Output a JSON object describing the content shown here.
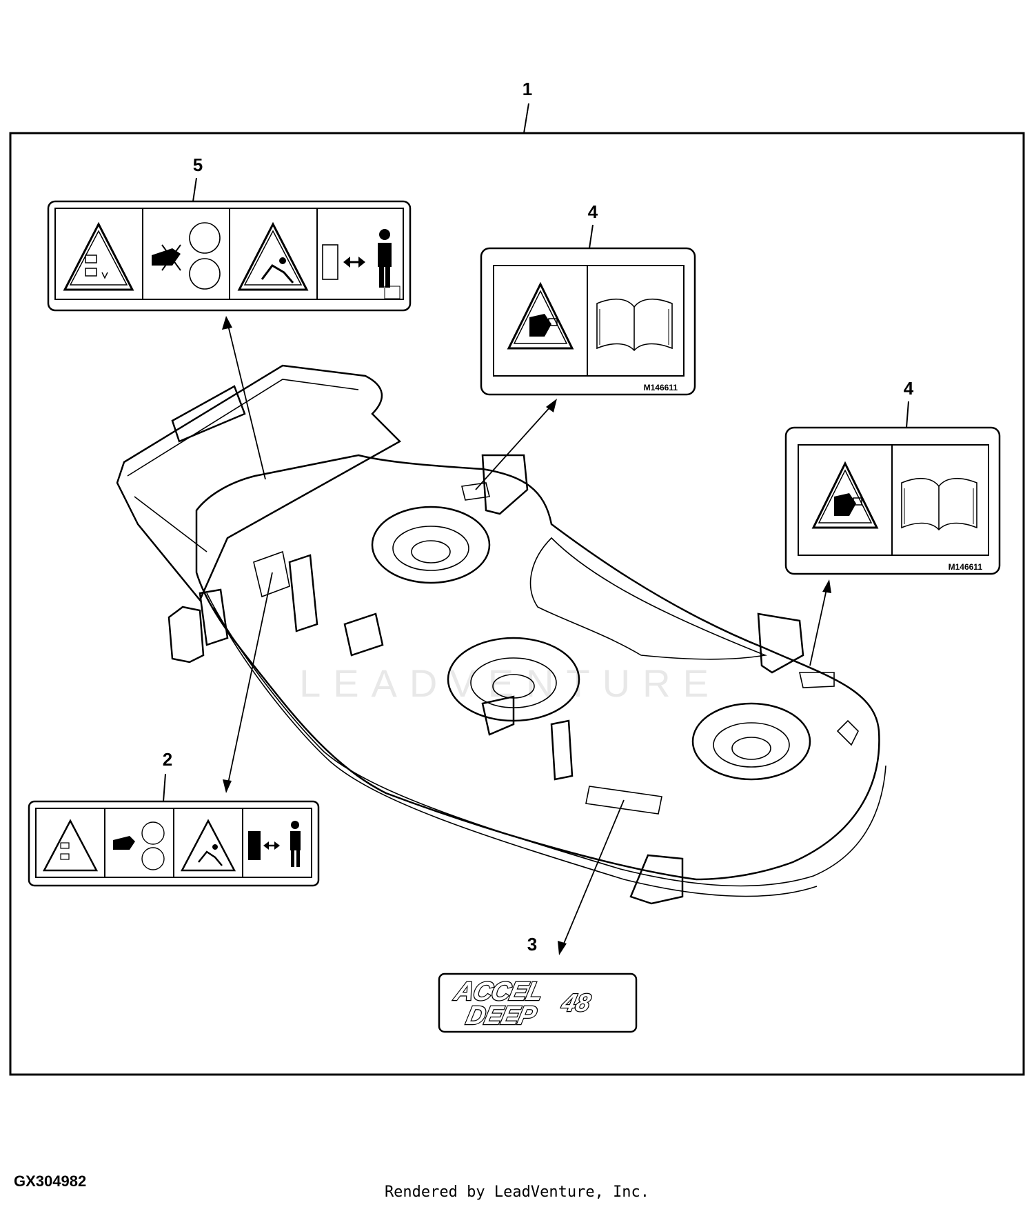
{
  "callouts": {
    "c1": "1",
    "c2": "2",
    "c3": "3",
    "c4a": "4",
    "c4b": "4",
    "c5": "5"
  },
  "decals": {
    "safety_decal_part_no": "M146611",
    "logo_line1": "ACCEL",
    "logo_number": "48",
    "logo_line2": "DEEP"
  },
  "watermark": "LEADVENTURE",
  "figure_id": "GX304982",
  "footer": "Rendered by LeadVenture, Inc.",
  "colors": {
    "line": "#000000",
    "background": "#ffffff",
    "watermark": "#e8e8e8"
  }
}
